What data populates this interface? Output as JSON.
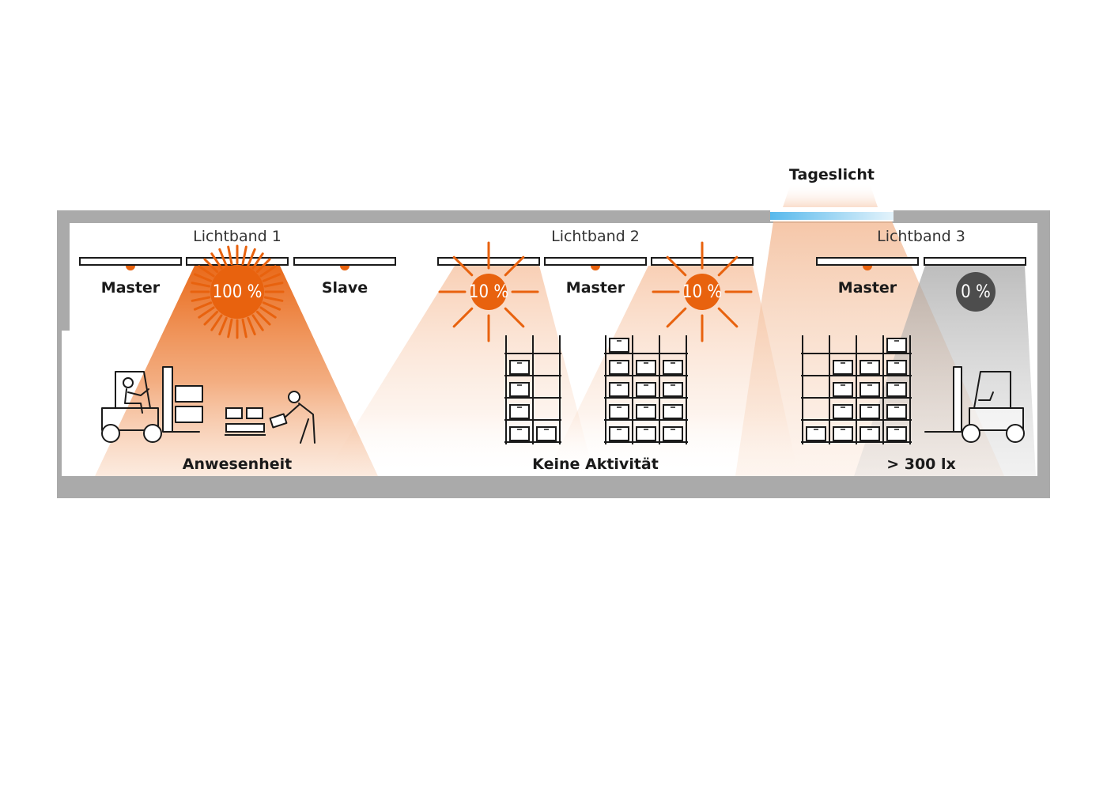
{
  "daylight": {
    "label": "Tageslicht"
  },
  "bands": [
    {
      "label": "Lichtband 1",
      "luminaires": [
        {
          "role": "Master",
          "level": null
        },
        {
          "role": "",
          "level": "100 %"
        },
        {
          "role": "Slave",
          "level": null
        }
      ]
    },
    {
      "label": "Lichtband 2",
      "luminaires": [
        {
          "role": "",
          "level": "10 %"
        },
        {
          "role": "Master",
          "level": null
        },
        {
          "role": "",
          "level": "10 %"
        }
      ]
    },
    {
      "label": "Lichtband 3",
      "luminaires": [
        {
          "role": "Master",
          "level": null
        },
        {
          "role": "",
          "level": "0 %"
        }
      ]
    }
  ],
  "zones": [
    {
      "label": "Anwesenheit"
    },
    {
      "label": "Keine Aktivität"
    },
    {
      "label": "> 300 lx"
    }
  ],
  "colors": {
    "accent": "#e8620e",
    "wall": "#aaaaaa",
    "off": "#4d4d4d",
    "daylight": "#66bfee"
  },
  "icons": [
    "forklift-icon",
    "pallet-icon",
    "worker-icon",
    "shelf-icon",
    "sun-icon"
  ]
}
